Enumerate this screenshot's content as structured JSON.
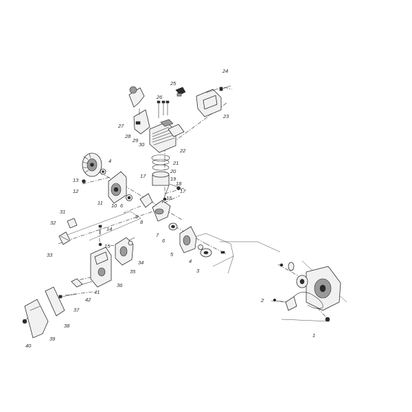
{
  "diagram": {
    "callouts": [
      "1",
      "2",
      "3",
      "4",
      "5",
      "6",
      "7",
      "8",
      "9",
      "10",
      "11",
      "12",
      "13",
      "14",
      "15",
      "16",
      "17",
      "18",
      "19",
      "20",
      "21",
      "22",
      "23",
      "24",
      "25",
      "26",
      "27",
      "28",
      "29",
      "30",
      "31",
      "32",
      "33",
      "34",
      "35",
      "36",
      "37",
      "38",
      "39",
      "40",
      "41",
      "42"
    ],
    "colors": {
      "ink": "#2b2b2b",
      "paper": "#ffffff",
      "fill": "#f1f1f1"
    }
  }
}
